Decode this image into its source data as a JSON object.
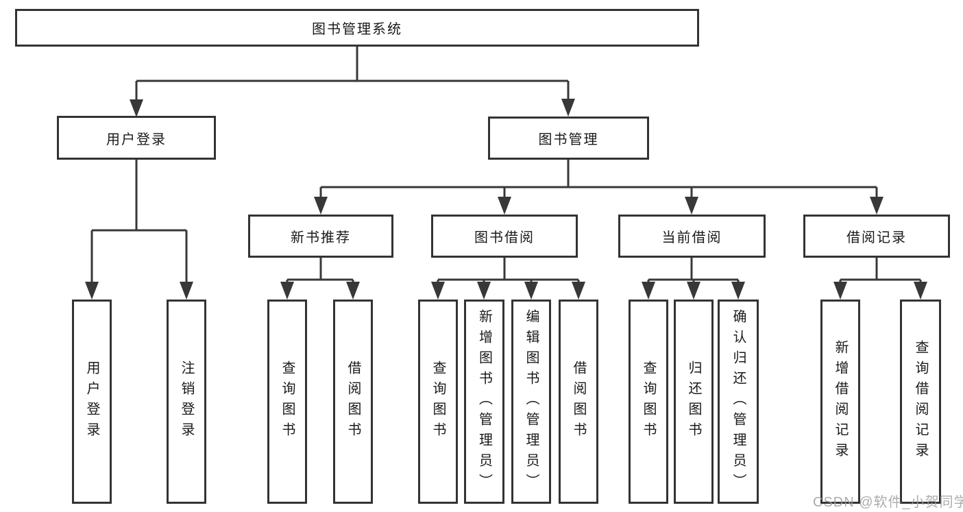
{
  "nodes": {
    "root": {
      "label": "图书管理系统"
    },
    "level2": [
      {
        "label": "用户登录"
      },
      {
        "label": "图书管理"
      }
    ],
    "level3": [
      {
        "label": "新书推荐"
      },
      {
        "label": "图书借阅"
      },
      {
        "label": "当前借阅"
      },
      {
        "label": "借阅记录"
      }
    ],
    "leaves": [
      {
        "label": "用户登录"
      },
      {
        "label": "注销登录"
      },
      {
        "label": "查询图书"
      },
      {
        "label": "借阅图书"
      },
      {
        "label": "查询图书"
      },
      {
        "label": "新增图书（管理员）"
      },
      {
        "label": "编辑图书（管理员）"
      },
      {
        "label": "借阅图书"
      },
      {
        "label": "查询图书"
      },
      {
        "label": "归还图书"
      },
      {
        "label": "确认归还（管理员）"
      },
      {
        "label": "新增借阅记录"
      },
      {
        "label": "查询借阅记录"
      }
    ]
  },
  "watermark": {
    "text": "CSDN @软件_小贺同学"
  },
  "colors": {
    "line": "#383838",
    "box_border": "#333333",
    "text": "#1a1a1a",
    "background": "#ffffff",
    "watermark": "#9e9e9e"
  }
}
